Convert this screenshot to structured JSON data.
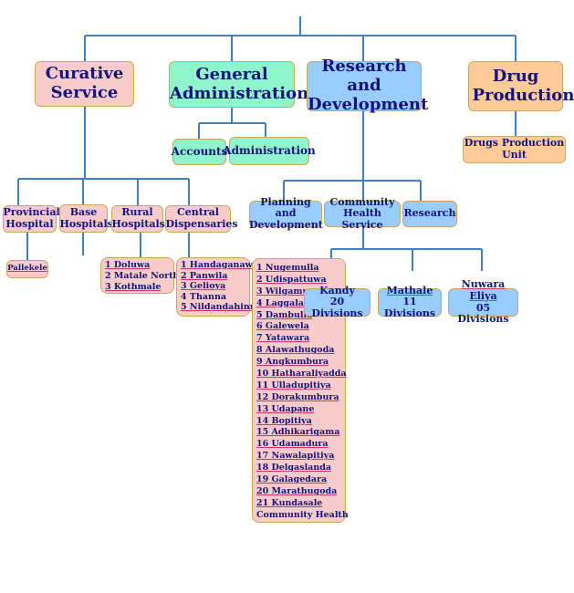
{
  "top_level": {
    "curative": "Curative Service",
    "general_admin": "General Administration",
    "research_dev": "Research and Development",
    "drug_production": "Drug Production"
  },
  "general_admin_children": {
    "accounts": "Accounts",
    "administration": "Administration"
  },
  "drug_children": {
    "unit": "Drugs Production Unit"
  },
  "curative_children": {
    "provincial": "Provincial Hospital",
    "base": "Base Hospitals",
    "rural": "Rural Hospitals",
    "central": "Central Dispensaries"
  },
  "research_children": {
    "planning": "Planning and Development",
    "community": "Community Health Service",
    "research": "Research"
  },
  "provincial_list": [
    "Pallekele"
  ],
  "rural_list": [
    "1 Doluwa",
    "2 Matale North",
    "3 Kothmale"
  ],
  "central_list": [
    "1 Handaganawa",
    "2 Panwila",
    "3 Gelioya",
    "4 Thanna",
    "5 Nildandahinna"
  ],
  "community_list": [
    "1 Nugemulla",
    "2 Udispattuwa",
    "3 Wilgamuwa",
    "4 Laggala",
    "5 Dambulla",
    "6 Galewela",
    "7 Yatawara",
    "8 Alawathugoda",
    "9 Angkumbura",
    "10 Hatharaliyadda",
    "11 Ulladupitiya",
    "12 Dorakumbura",
    "13 Udapane",
    "14 Bopitiya",
    "15 Adhikarigama",
    "16 Udamadura",
    "17 Nawalapitiya",
    "18 Delgaslanda",
    "19 Galagedara",
    "20 Marathugoda",
    "21 Kundasale",
    "Community Health"
  ],
  "divisions": {
    "kandy_name": "Kandy",
    "kandy_count": "20 Divisions",
    "mathale_name": "Mathale",
    "mathale_count": "11 Divisions",
    "nuwara_name": "Nuwara Eliya",
    "nuwara_count": "05 Divisions"
  },
  "colors": {
    "line": "#3f7fc4",
    "pink": "#f9cccc",
    "green": "#8ff5cc",
    "blue": "#99ccff",
    "orange": "#ffcc99",
    "text": "#13137a",
    "border": "#c9a75a"
  }
}
